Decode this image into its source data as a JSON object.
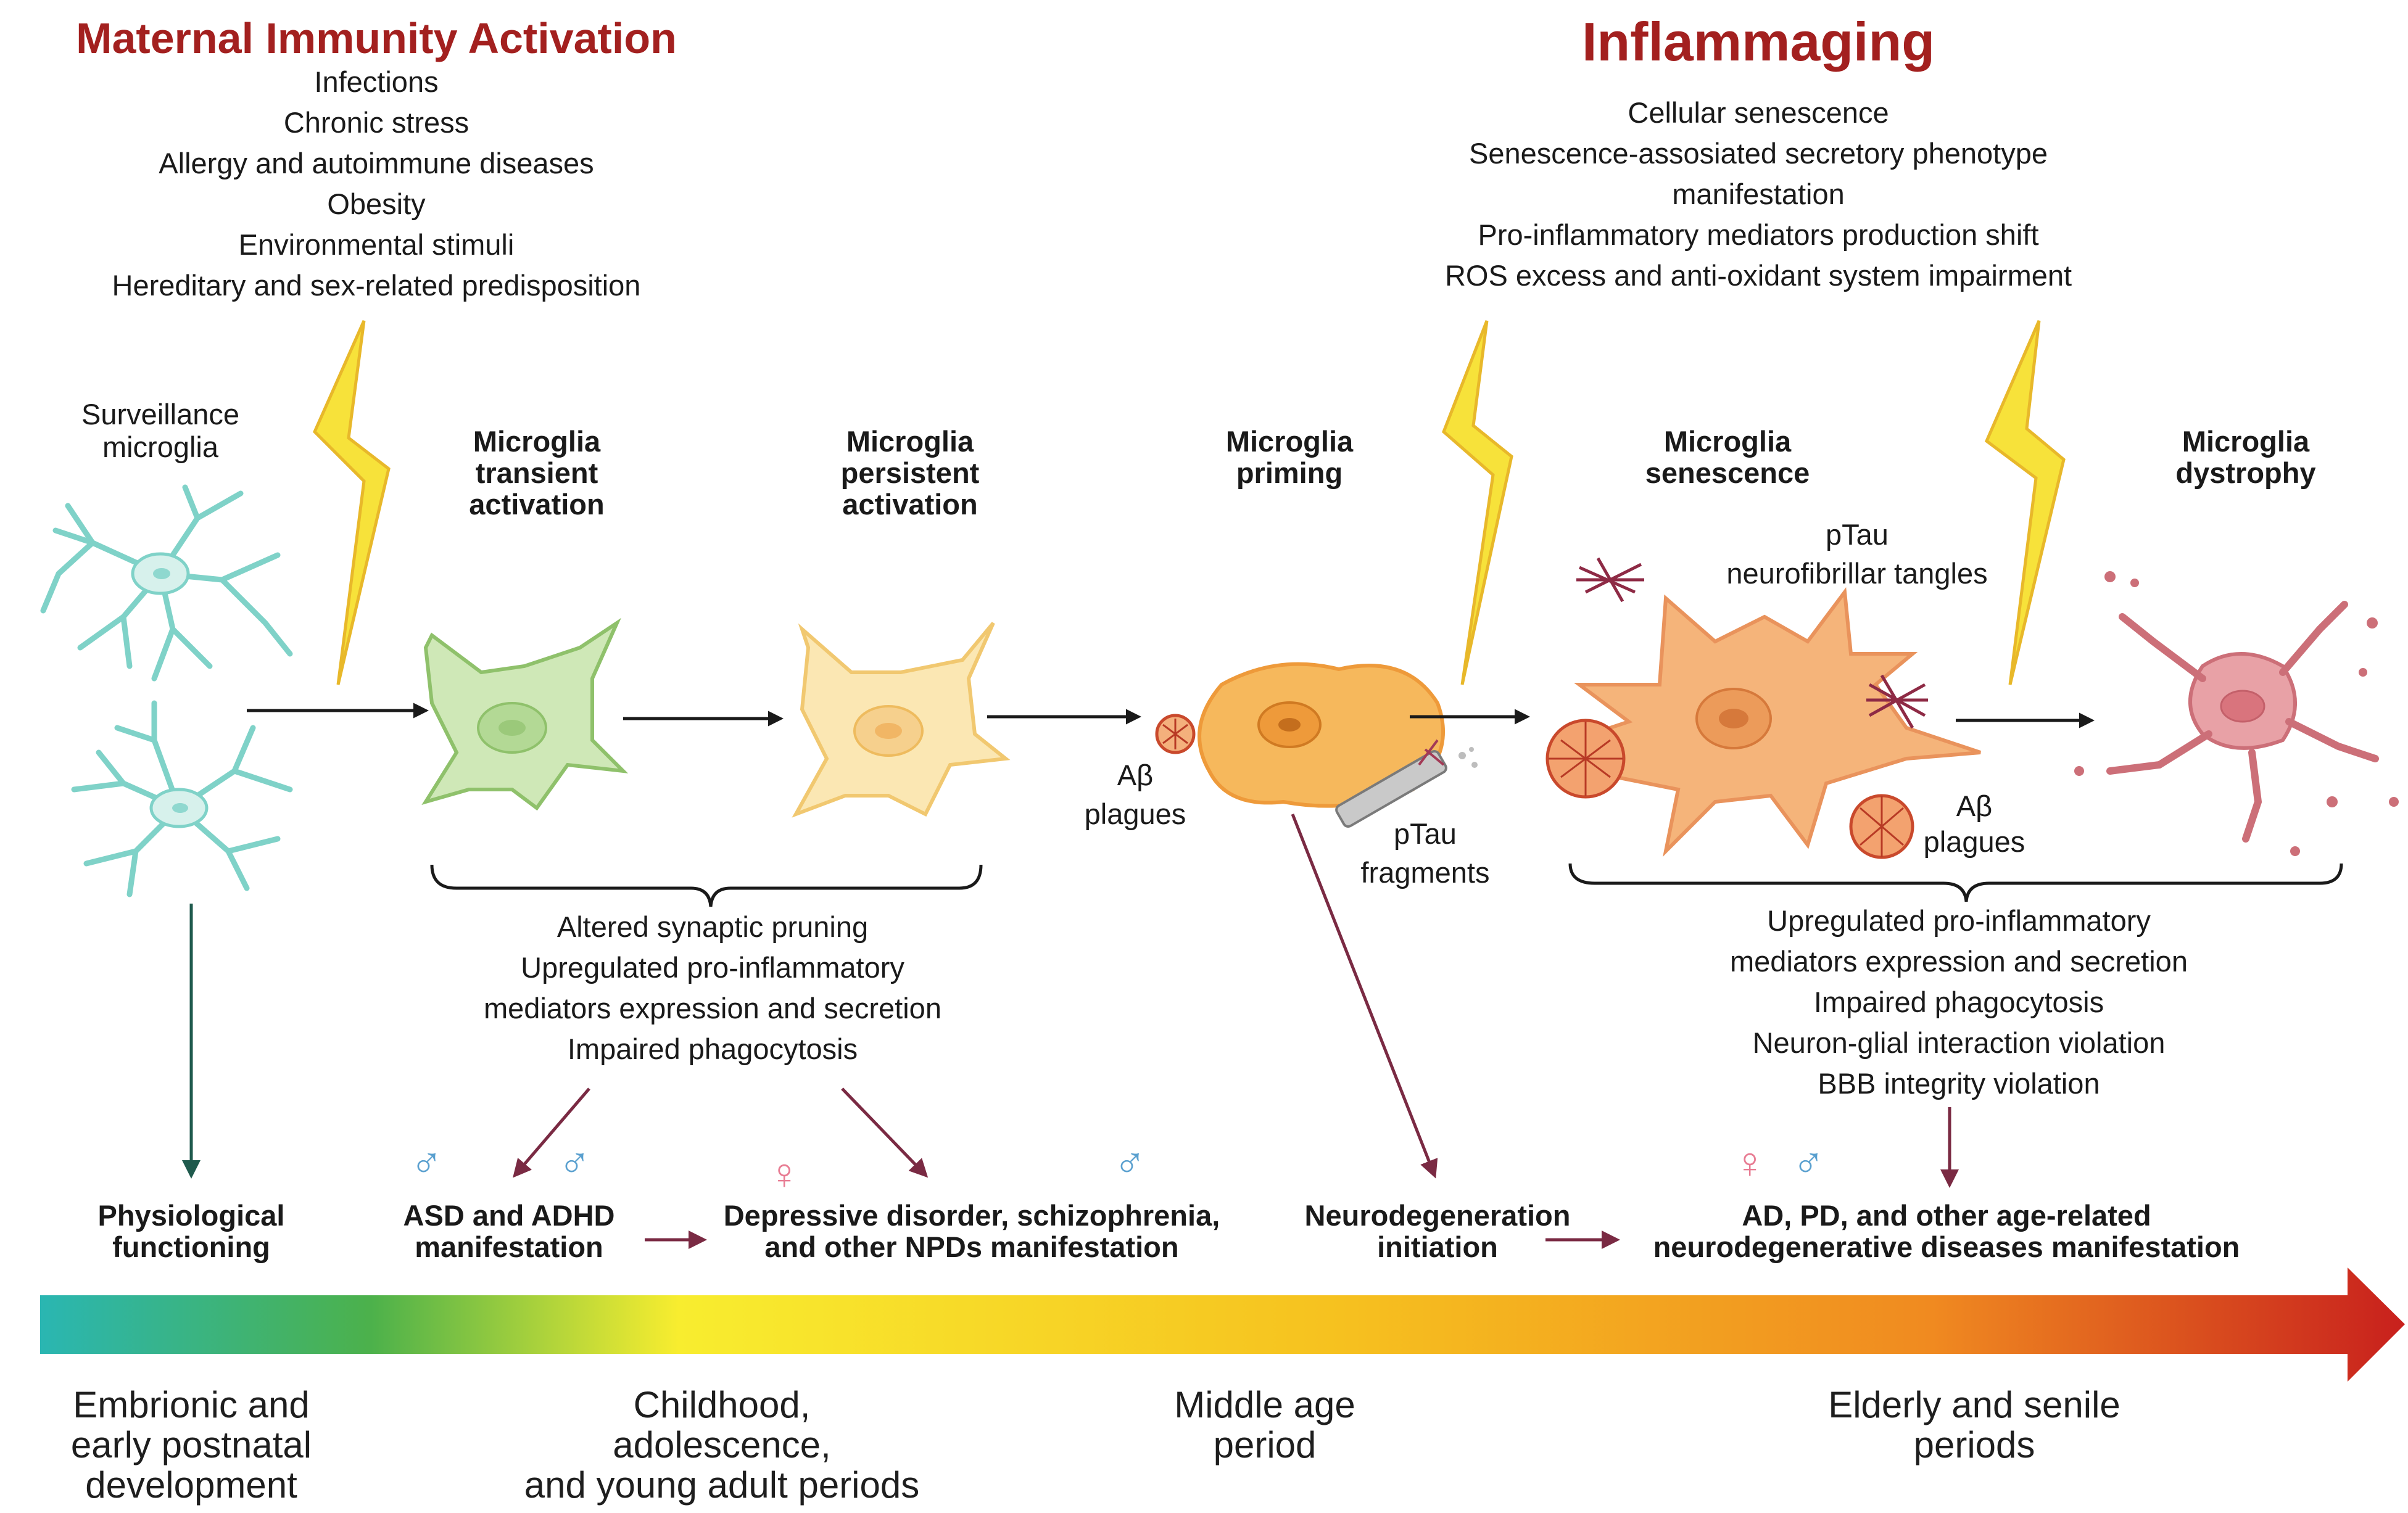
{
  "colors": {
    "title_red": "#a3201f",
    "bolt_yellow": "#f7e23a",
    "arrow_dark": "#1a1a1a",
    "arrow_teal": "#1f5a4d",
    "arrow_maroon": "#7a2a43",
    "male_blue": "#5aa0cf",
    "female_pink": "#e87c93",
    "timeline_gradient": [
      "#2ab6b2",
      "#4cb14b",
      "#f8ed2f",
      "#f6c11f",
      "#f08a20",
      "#c8201d"
    ]
  },
  "maternal": {
    "title": "Maternal Immunity Activation",
    "items": [
      "Infections",
      "Chronic stress",
      "Allergy and autoimmune diseases",
      "Obesity",
      "Environmental stimuli",
      "Hereditary and sex-related predisposition"
    ]
  },
  "inflammaging": {
    "title": "Inflammaging",
    "items": [
      "Cellular senescence",
      "Senescence-assosiated secretory phenotype",
      "manifestation",
      "Pro-inflammatory mediators production shift",
      "ROS excess and anti-oxidant system impairment"
    ]
  },
  "stages": {
    "surveillance": [
      "Surveillance",
      "microglia"
    ],
    "transient": [
      "Microglia",
      "transient",
      "activation"
    ],
    "persistent": [
      "Microglia",
      "persistent",
      "activation"
    ],
    "priming": [
      "Microglia",
      "priming"
    ],
    "senescence": [
      "Microglia",
      "senescence"
    ],
    "dystrophy": [
      "Microglia",
      "dystrophy"
    ]
  },
  "labels": {
    "abeta_priming": [
      "Aβ",
      "plagues"
    ],
    "ptau_fragments": [
      "pTau",
      "fragments"
    ],
    "ptau_tangles": [
      "pTau",
      "neurofibrillar tangles"
    ],
    "abeta_senescence": [
      "Aβ",
      "plagues"
    ]
  },
  "effects_early": [
    "Altered synaptic pruning",
    "Upregulated pro-inflammatory",
    "mediators expression and secretion",
    "Impaired phagocytosis"
  ],
  "effects_late": [
    "Upregulated pro-inflammatory",
    "mediators expression and secretion",
    "Impaired phagocytosis",
    "Neuron-glial interaction violation",
    "BBB integrity violation"
  ],
  "outcomes": {
    "physiological": [
      "Physiological",
      "functioning"
    ],
    "asd": [
      "ASD and ADHD",
      "manifestation"
    ],
    "depressive": [
      "Depressive disorder, schizophrenia,",
      "and other NPDs manifestation"
    ],
    "neurodegeneration": [
      "Neurodegeneration",
      "initiation"
    ],
    "ad_pd": [
      "AD, PD, and other age-related",
      "neurodegenerative diseases manifestation"
    ]
  },
  "symbols": {
    "male": "♂",
    "female": "♀"
  },
  "periods": {
    "embryonic": [
      "Embrionic and",
      "early postnatal",
      "development"
    ],
    "childhood": [
      "Childhood,",
      "adolescence,",
      "and young adult periods"
    ],
    "middle": [
      "Middle age",
      "period"
    ],
    "elderly": [
      "Elderly and senile",
      "periods"
    ]
  }
}
